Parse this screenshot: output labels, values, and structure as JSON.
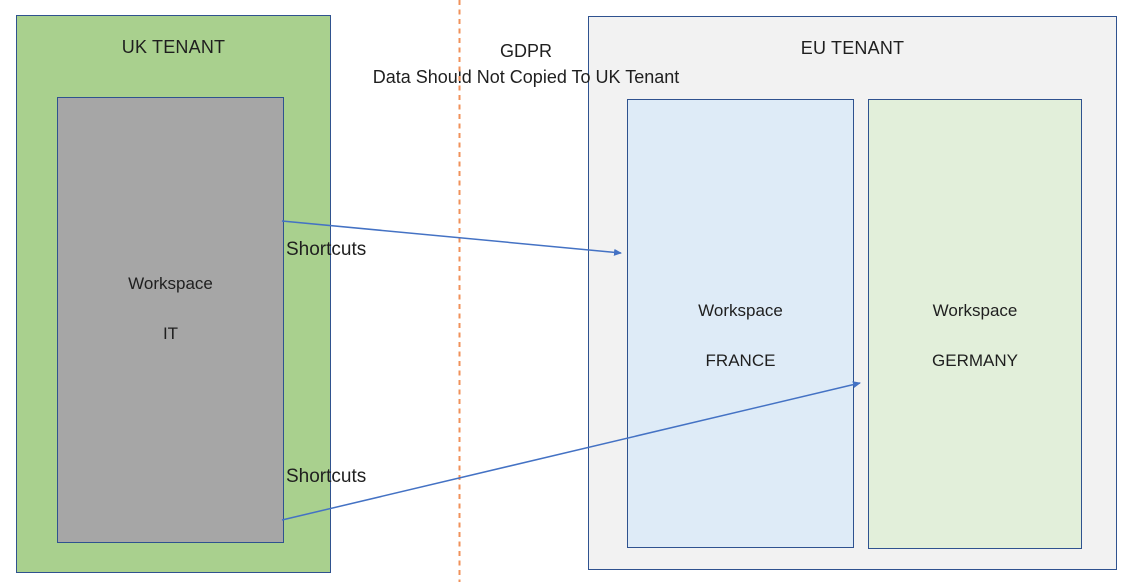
{
  "colors": {
    "border": "#2F528F",
    "uk_fill": "#A9D08E",
    "it_fill": "#A6A6A6",
    "eu_fill": "#F2F2F2",
    "france_fill": "#DEEBF7",
    "germany_fill": "#E2EFDA",
    "arrow": "#4472C4",
    "gdpr_line": "#F0915A",
    "text": "#1F1F1F"
  },
  "uk_tenant": {
    "label": "UK TENANT",
    "workspace_it": {
      "line1": "Workspace",
      "line2": "IT"
    }
  },
  "eu_tenant": {
    "label": "EU TENANT",
    "workspace_france": {
      "line1": "Workspace",
      "line2": "FRANCE"
    },
    "workspace_germany": {
      "line1": "Workspace",
      "line2": "GERMANY"
    }
  },
  "gdpr": {
    "title": "GDPR",
    "subtitle": "Data Should Not Copied To UK Tenant"
  },
  "arrows": [
    {
      "label": "Shortcuts"
    },
    {
      "label": "Shortcuts"
    }
  ]
}
